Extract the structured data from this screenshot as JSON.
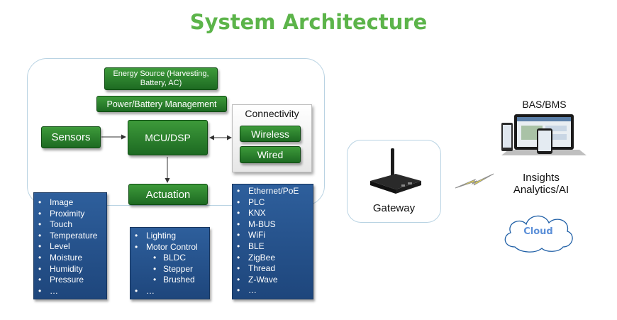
{
  "title": "System Architecture",
  "blocks": {
    "energy": "Energy Source (Harvesting, Battery, AC)",
    "power": "Power/Battery Management",
    "sensors": "Sensors",
    "mcu": "MCU/DSP",
    "actuation": "Actuation"
  },
  "connectivity": {
    "title": "Connectivity",
    "wireless": "Wireless",
    "wired": "Wired"
  },
  "sensor_list": [
    "Image",
    "Proximity",
    "Touch",
    "Temperature",
    "Level",
    "Moisture",
    "Humidity",
    "Pressure",
    "…"
  ],
  "actuation_list": [
    {
      "text": "Lighting",
      "sub": false
    },
    {
      "text": "Motor Control",
      "sub": false
    },
    {
      "text": "BLDC",
      "sub": true
    },
    {
      "text": "Stepper",
      "sub": true
    },
    {
      "text": "Brushed",
      "sub": true
    },
    {
      "text": "…",
      "sub": false
    }
  ],
  "connectivity_list": [
    "Ethernet/PoE",
    "PLC",
    "KNX",
    "M-BUS",
    "WiFi",
    "BLE",
    "ZigBee",
    "Thread",
    "Z-Wave",
    "…"
  ],
  "gateway": "Gateway",
  "bas": "BAS/BMS",
  "insights_line1": "Insights",
  "insights_line2": "Analytics/AI",
  "cloud": "Cloud",
  "colors": {
    "title": "#5cb44a",
    "green_block": "#2a7f2d",
    "blue_panel": "#2a5790",
    "frame": "#b9d3e3"
  }
}
